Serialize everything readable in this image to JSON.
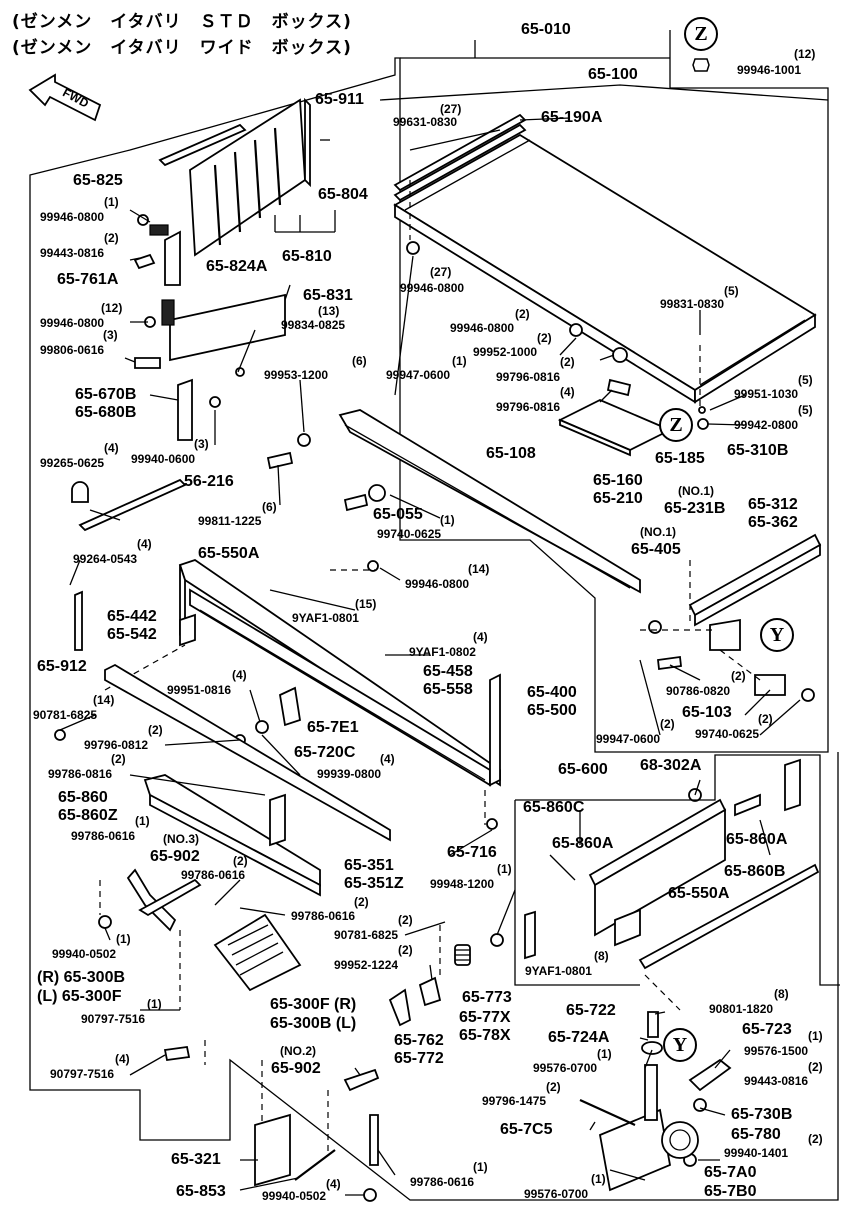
{
  "title": {
    "line1": "(ゼンメン　イタバリ　ＳＴＤ　ボックス)",
    "line2": "(ゼンメン　イタバリ　ワイド　ボックス)"
  },
  "fwd": "FWD",
  "callouts": {
    "z": "Z",
    "y": "Y"
  },
  "labels": {
    "p65_010": "65-010",
    "p65_100": "65-100",
    "z_qty": "(12)",
    "z_part": "99946-1001",
    "p65_911": "65-911",
    "q27a": "(27)",
    "p99631_0830": "99631-0830",
    "p65_190A": "65-190A",
    "p65_825": "65-825",
    "p65_804": "65-804",
    "q1a": "(1)",
    "p99946_0800a": "99946-0800",
    "q2a": "(2)",
    "p99443_0816": "99443-0816",
    "p65_761A": "65-761A",
    "p65_824A": "65-824A",
    "p65_810": "65-810",
    "q27b": "(27)",
    "p99946_0800b": "99946-0800",
    "q5a": "(5)",
    "p99831_0830": "99831-0830",
    "p65_831": "65-831",
    "q12a": "(12)",
    "p99946_0800c": "99946-0800",
    "q13": "(13)",
    "p99834_0825": "99834-0825",
    "q3a": "(3)",
    "p99806_0616": "99806-0616",
    "q2b": "(2)",
    "p99946_0800d": "99946-0800",
    "q2c": "(2)",
    "p99952_1000": "99952-1000",
    "q2d": "(2)",
    "p99796_0816a": "99796-0816",
    "q6a": "(6)",
    "p99953_1200": "99953-1200",
    "q1b": "(1)",
    "p99947_0600a": "99947-0600",
    "q4a": "(4)",
    "p99796_0816b": "99796-0816",
    "q5b": "(5)",
    "p99951_1030": "99951-1030",
    "q5c": "(5)",
    "p99942_0800": "99942-0800",
    "p65_670B": "65-670B",
    "p65_680B": "65-680B",
    "q3b": "(3)",
    "p99940_0600": "99940-0600",
    "p65_108": "65-108",
    "p65_185": "65-185",
    "p65_310B": "65-310B",
    "q4b": "(4)",
    "p99265_0625": "99265-0625",
    "p56_216": "56-216",
    "p65_160": "65-160",
    "p65_210": "65-210",
    "no1a": "(NO.1)",
    "p65_231B": "65-231B",
    "p65_312": "65-312",
    "p65_362": "65-362",
    "q6b": "(6)",
    "p99811_1225": "99811-1225",
    "p65_055": "65-055",
    "q1c": "(1)",
    "p99740_0625a": "99740-0625",
    "no1b": "(NO.1)",
    "p65_405": "65-405",
    "q4c": "(4)",
    "p99264_0543": "99264-0543",
    "p65_550A": "65-550A",
    "q14a": "(14)",
    "p99946_0800e": "99946-0800",
    "q15": "(15)",
    "p9YAF1_0801a": "9YAF1-0801",
    "p65_442": "65-442",
    "p65_542": "65-542",
    "q4d": "(4)",
    "p9YAF1_0802": "9YAF1-0802",
    "p65_458": "65-458",
    "p65_558": "65-558",
    "p65_912": "65-912",
    "q4e": "(4)",
    "p99951_0816": "99951-0816",
    "p65_400": "65-400",
    "p65_500": "65-500",
    "q2e": "(2)",
    "p90786_0820": "90786-0820",
    "p65_103": "65-103",
    "q2f": "(2)",
    "p99740_0625b": "99740-0625",
    "q2g": "(2)",
    "p99947_0600b": "99947-0600",
    "q14b": "(14)",
    "p90781_6825": "90781-6825",
    "p65_7E1": "65-7E1",
    "q2h": "(2)",
    "p99796_0812": "99796-0812",
    "p65_720C": "65-720C",
    "q4f": "(4)",
    "p99939_0800": "99939-0800",
    "q2i": "(2)",
    "p99786_0816": "99786-0816",
    "p65_600": "65-600",
    "p68_302A": "68-302A",
    "p65_860": "65-860",
    "p65_860Z": "65-860Z",
    "p65_860C": "65-860C",
    "q1d": "(1)",
    "p99786_0616a": "99786-0616",
    "no3": "(NO.3)",
    "p65_902a": "65-902",
    "p65_860A1": "65-860A",
    "p65_860A2": "65-860A",
    "p65_716": "65-716",
    "p65_351": "65-351",
    "p65_351Z": "65-351Z",
    "q1e": "(1)",
    "p99948_1200": "99948-1200",
    "p65_860B": "65-860B",
    "p65_550A2": "65-550A",
    "q2j": "(2)",
    "p99786_0616b": "99786-0616",
    "q2k": "(2)",
    "p99786_0616c": "99786-0616",
    "q2l": "(2)",
    "p90781_6825b": "90781-6825",
    "q1f": "(1)",
    "p99940_0502a": "99940-0502",
    "q8a": "(8)",
    "p9YAF1_0801b": "9YAF1-0801",
    "q2m": "(2)",
    "p99952_1224": "99952-1224",
    "p65_773": "65-773",
    "p65_300B_R": "(R) 65-300B",
    "p65_300F_L": "(L) 65-300F",
    "q1g": "(1)",
    "p90797_7516a": "90797-7516",
    "p65_300F_R": "65-300F (R)",
    "p65_300B_L": "65-300B (L)",
    "p65_762": "65-762",
    "p65_772": "65-772",
    "p65_77X": "65-77X",
    "p65_78X": "65-78X",
    "p65_722": "65-722",
    "q8b": "(8)",
    "p90801_1820": "90801-1820",
    "p65_724A": "65-724A",
    "p65_723": "65-723",
    "q1h": "(1)",
    "p99576_1500": "99576-1500",
    "q1i": "(1)",
    "p99576_0700a": "99576-0700",
    "q2n": "(2)",
    "p99443_0816b": "99443-0816",
    "q4g": "(4)",
    "p90797_7516b": "90797-7516",
    "no2": "(NO.2)",
    "p65_902b": "65-902",
    "q2o": "(2)",
    "p99796_1475": "99796-1475",
    "p65_730B": "65-730B",
    "p65_780": "65-780",
    "p65_7C5": "65-7C5",
    "q2p": "(2)",
    "p99940_1401": "99940-1401",
    "p65_321": "65-321",
    "p65_7A0": "65-7A0",
    "p65_7B0": "65-7B0",
    "p65_853": "65-853",
    "q4h": "(4)",
    "p99940_0502b": "99940-0502",
    "q1j": "(1)",
    "p99786_0616d": "99786-0616",
    "q1k": "(1)",
    "p99576_0700b": "99576-0700"
  }
}
